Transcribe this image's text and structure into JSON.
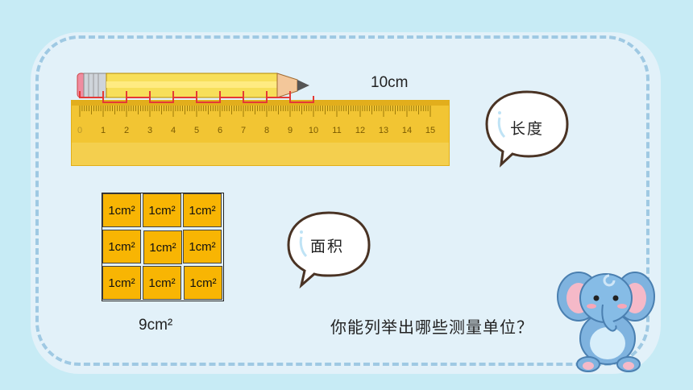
{
  "ruler": {
    "ticks": [
      "0",
      "1",
      "2",
      "3",
      "4",
      "5",
      "6",
      "7",
      "8",
      "9",
      "10",
      "11",
      "12",
      "13",
      "14",
      "15"
    ]
  },
  "length_label": "10cm",
  "length_bubble": "长度",
  "area_bubble": "面积",
  "area_cells": [
    "1cm²",
    "1cm²",
    "1cm²",
    "1cm²",
    "1cm²",
    "1cm²",
    "1cm²",
    "1cm²",
    "1cm²"
  ],
  "area_label": "9cm²",
  "question": "你能列举出哪些测量单位？",
  "colors": {
    "background": "#c7ebf5",
    "panel": "#e2f1f9",
    "ruler": "#f2c533",
    "cell": "#f8b503",
    "bracket": "#e53935"
  },
  "icons": [
    "pencil-icon",
    "speech-bubble-icon",
    "elephant-icon"
  ]
}
